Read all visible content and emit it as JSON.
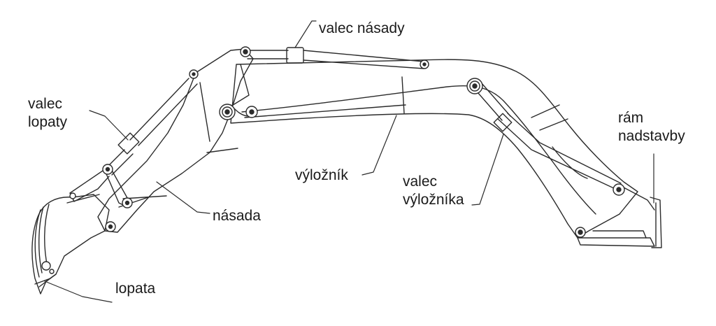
{
  "labels": {
    "valec_nasady": "valec násady",
    "valec_lopaty": "valec\nlopaty",
    "vylozn": "výložník",
    "valec_vylozn": "valec\nvýložníka",
    "ram": "rám\nnadstavby",
    "nasada": "násada",
    "lopata": "lopata"
  },
  "colors": {
    "line": "#2b2b2b",
    "fill": "#ffffff",
    "text": "#1a1a1a"
  }
}
